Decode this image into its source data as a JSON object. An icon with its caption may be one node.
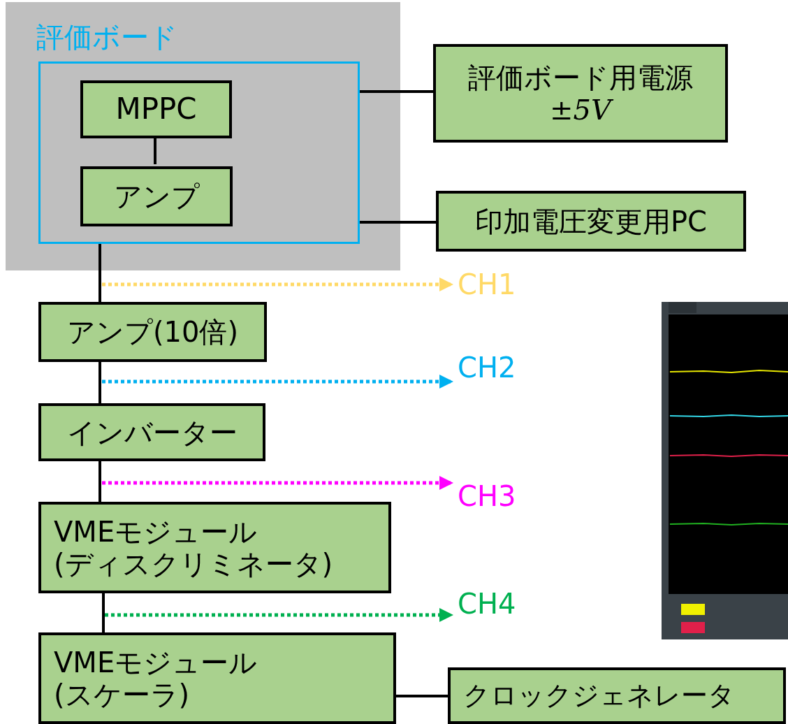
{
  "diagram": {
    "nodes": [
      {
        "text": [
          "評価ボード"
        ]
      },
      {
        "text": [],
        "shape": "box",
        "in": 0
      },
      {
        "text": [
          "MPPC"
        ],
        "in": 1
      },
      {
        "text": [
          "アンプ"
        ],
        "in": 1
      },
      {
        "text": [
          "評価ボード用電源",
          "±5V"
        ]
      },
      {
        "text": [
          "印加電圧変更用PC"
        ]
      },
      {
        "text": [
          "アンプ(10倍)"
        ]
      },
      {
        "text": [
          "インバーター"
        ]
      },
      {
        "text": [
          "VMEモジュール (ディスクリミネータ)"
        ]
      },
      {
        "text": [
          "VMEモジュール (スケーラ)"
        ]
      },
      {
        "text": [
          "クロックジェネレータ"
        ]
      },
      {
        "text": [
          "CH1"
        ]
      },
      {
        "text": [
          "CH2"
        ]
      },
      {
        "text": [
          "CH3"
        ]
      },
      {
        "text": [
          "CH4"
        ]
      },
      {
        "text": [],
        "shape": "picture"
      }
    ],
    "edges": [
      {
        "from": 2,
        "to": 3,
        "arrow": "none"
      },
      {
        "from": 1,
        "to": 4,
        "arrow": "none"
      },
      {
        "from": 1,
        "to": 5,
        "arrow": "none"
      },
      {
        "from": 1,
        "to": 6,
        "arrow": "none"
      },
      {
        "from": null,
        "to": 11,
        "arrow": "to",
        "style": "dashed",
        "color": "#ffd966"
      },
      {
        "from": 6,
        "to": 7,
        "arrow": "none"
      },
      {
        "from": null,
        "to": 12,
        "arrow": "to",
        "style": "dashed",
        "color": "#00b0f0"
      },
      {
        "from": 7,
        "to": 8,
        "arrow": "none"
      },
      {
        "from": null,
        "to": 13,
        "arrow": "to",
        "style": "dashed",
        "color": "#ff00ff"
      },
      {
        "from": 8,
        "to": 9,
        "arrow": "none"
      },
      {
        "from": null,
        "to": 14,
        "arrow": "to",
        "style": "dashed",
        "color": "#00b050"
      },
      {
        "from": 9,
        "to": 10,
        "arrow": "none"
      }
    ]
  }
}
